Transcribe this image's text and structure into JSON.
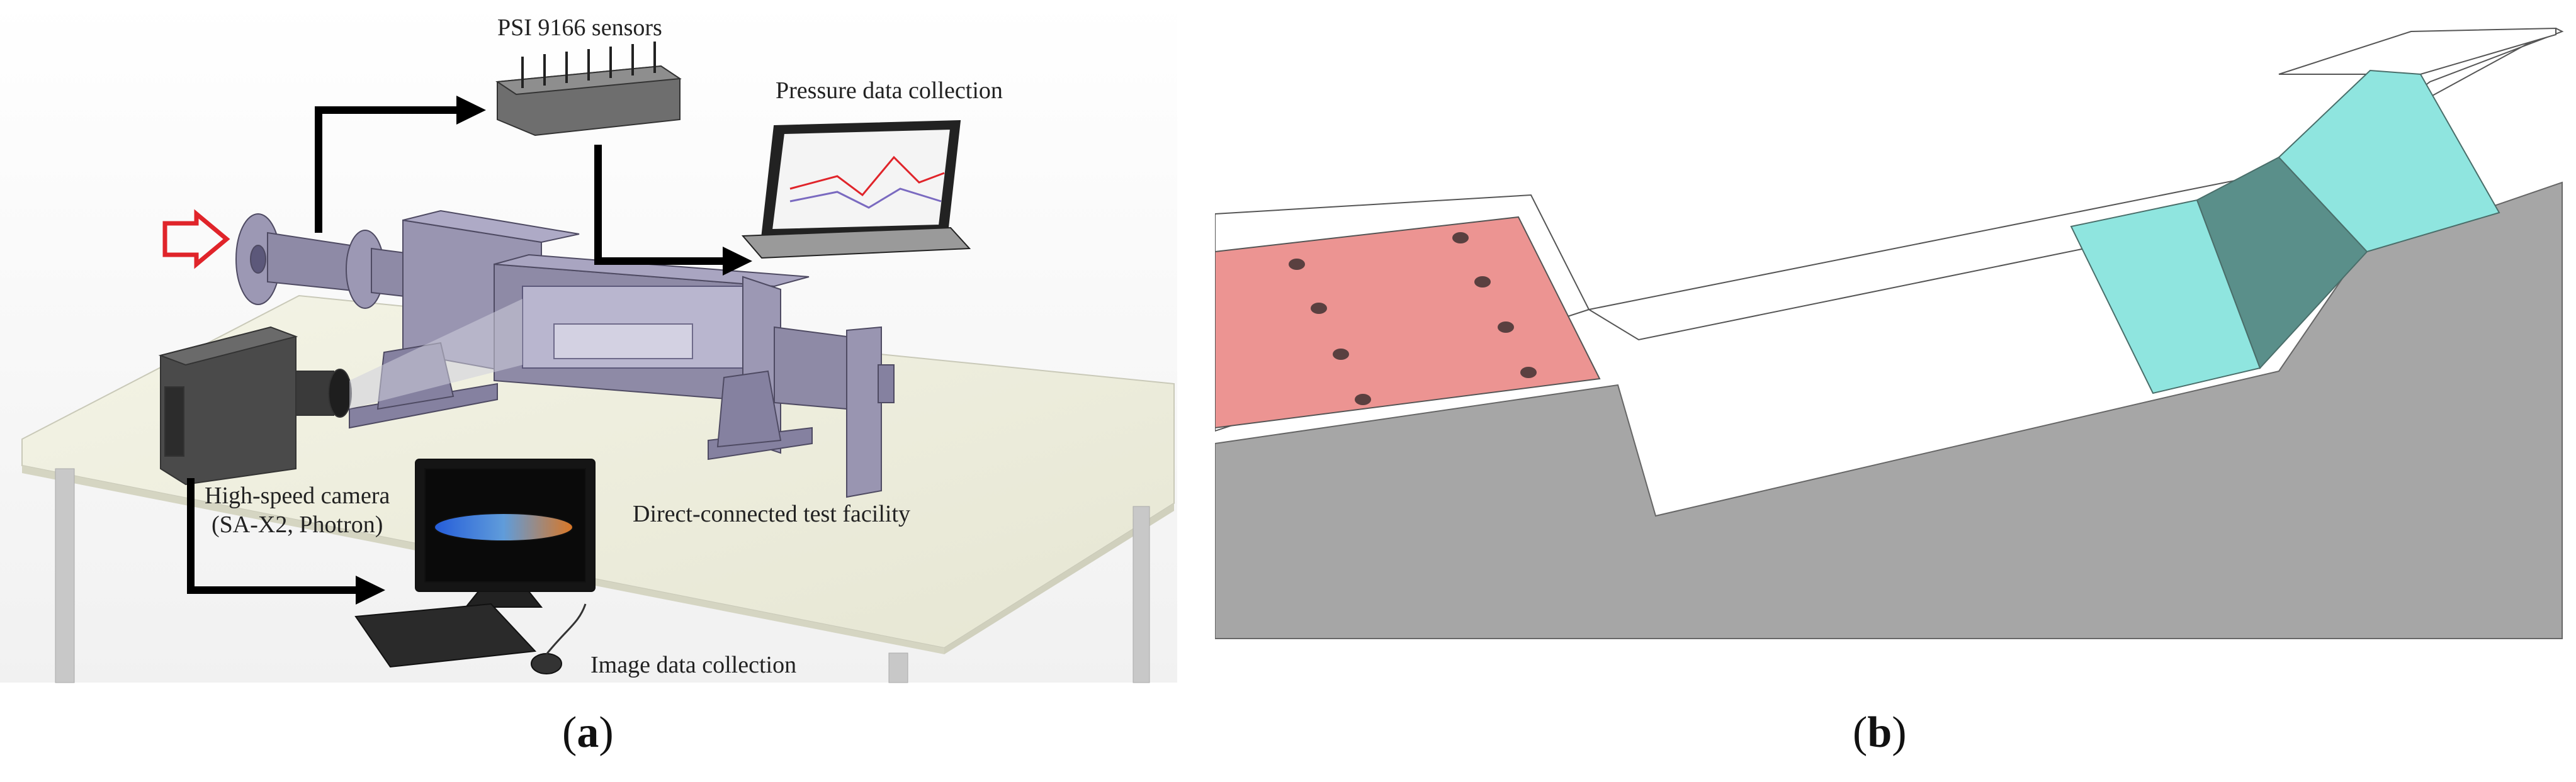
{
  "panel_a": {
    "labels": {
      "sensors": "PSI 9166 sensors",
      "pressure": "Pressure data collection",
      "camera_line1": "High-speed camera",
      "camera_line2": "(SA-X2, Photron)",
      "facility": "Direct-connected test facility",
      "image": "Image data collection"
    },
    "caption": {
      "open": "(",
      "letter": "a",
      "close": ")"
    }
  },
  "panel_b": {
    "caption": {
      "open": "(",
      "letter": "b",
      "close": ")"
    }
  },
  "colors": {
    "flow_arrow": "#e0242a",
    "connector_arrows": "#000000",
    "apparatus": "#8e8aa6",
    "table_top": "#eeeedd",
    "duct_gray": "#a6a6a6",
    "red_patch": "#ec9492",
    "cyan_patch": "#8fe5df",
    "dark_teal": "#5a8f8a"
  }
}
